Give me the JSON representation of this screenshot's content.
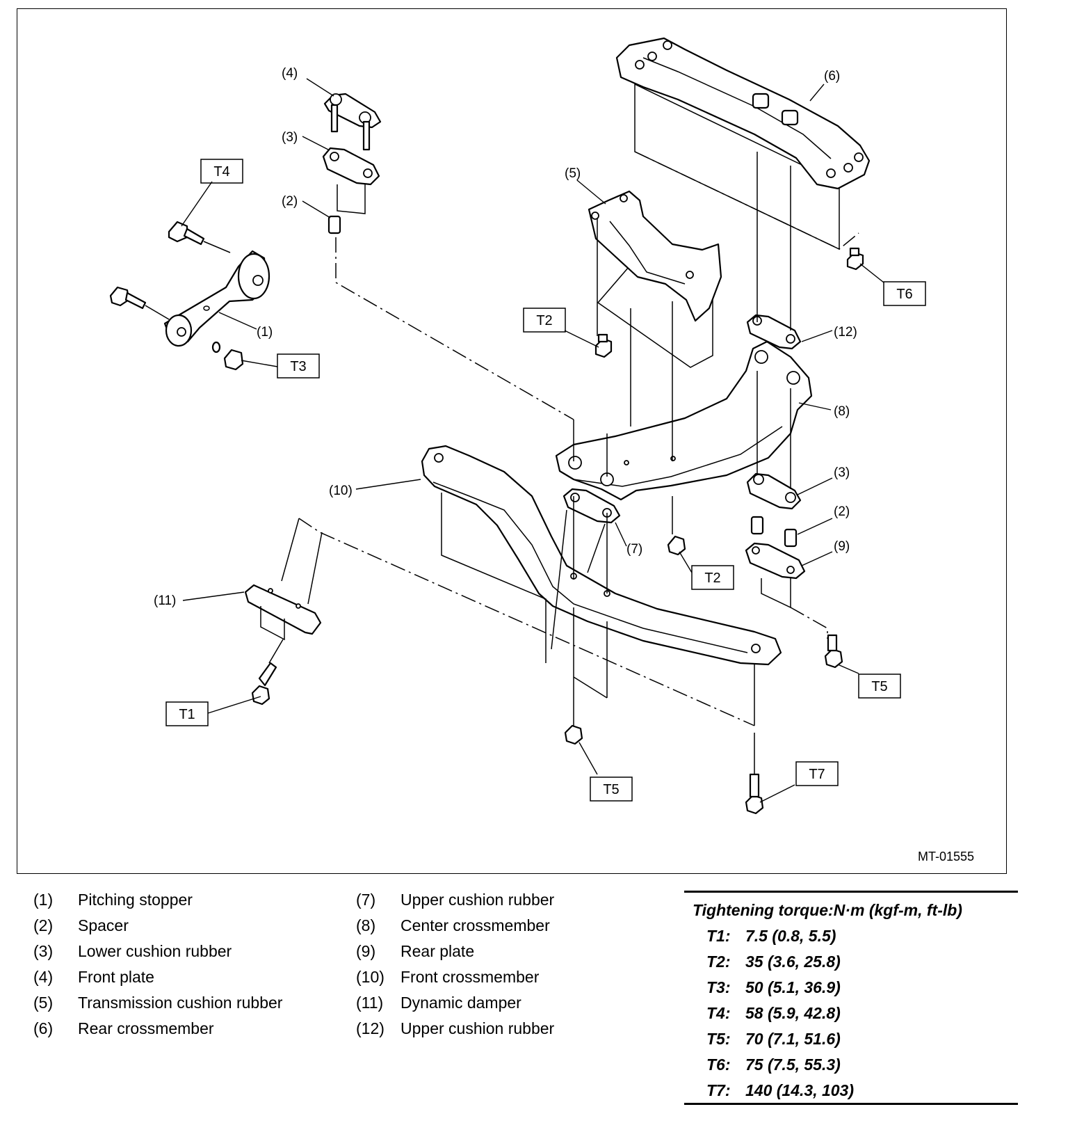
{
  "diagram": {
    "ref_code": "MT-01555",
    "callouts": {
      "c1": "(1)",
      "c2a": "(2)",
      "c2b": "(2)",
      "c3a": "(3)",
      "c3b": "(3)",
      "c4": "(4)",
      "c5": "(5)",
      "c6": "(6)",
      "c7": "(7)",
      "c8": "(8)",
      "c9": "(9)",
      "c10": "(10)",
      "c11": "(11)",
      "c12": "(12)"
    },
    "torque_boxes": {
      "t1": "T1",
      "t2a": "T2",
      "t2b": "T2",
      "t3": "T3",
      "t4": "T4",
      "t5a": "T5",
      "t5b": "T5",
      "t6": "T6",
      "t7": "T7"
    }
  },
  "legend": {
    "left": [
      {
        "num": "(1)",
        "name": "Pitching stopper"
      },
      {
        "num": "(2)",
        "name": "Spacer"
      },
      {
        "num": "(3)",
        "name": "Lower cushion rubber"
      },
      {
        "num": "(4)",
        "name": "Front plate"
      },
      {
        "num": "(5)",
        "name": "Transmission cushion rubber"
      },
      {
        "num": "(6)",
        "name": "Rear crossmember"
      }
    ],
    "right": [
      {
        "num": "(7)",
        "name": "Upper cushion rubber"
      },
      {
        "num": "(8)",
        "name": "Center crossmember"
      },
      {
        "num": "(9)",
        "name": "Rear plate"
      },
      {
        "num": "(10)",
        "name": "Front crossmember"
      },
      {
        "num": "(11)",
        "name": "Dynamic damper"
      },
      {
        "num": "(12)",
        "name": "Upper cushion rubber"
      }
    ]
  },
  "torque": {
    "heading": "Tightening torque:N·m (kgf-m, ft-lb)",
    "rows": [
      {
        "key": "T1:",
        "value": "7.5 (0.8, 5.5)"
      },
      {
        "key": "T2:",
        "value": "35 (3.6, 25.8)"
      },
      {
        "key": "T3:",
        "value": "50 (5.1, 36.9)"
      },
      {
        "key": "T4:",
        "value": "58 (5.9, 42.8)"
      },
      {
        "key": "T5:",
        "value": "70 (7.1, 51.6)"
      },
      {
        "key": "T6:",
        "value": "75 (7.5, 55.3)"
      },
      {
        "key": "T7:",
        "value": "140 (14.3, 103)"
      }
    ]
  }
}
